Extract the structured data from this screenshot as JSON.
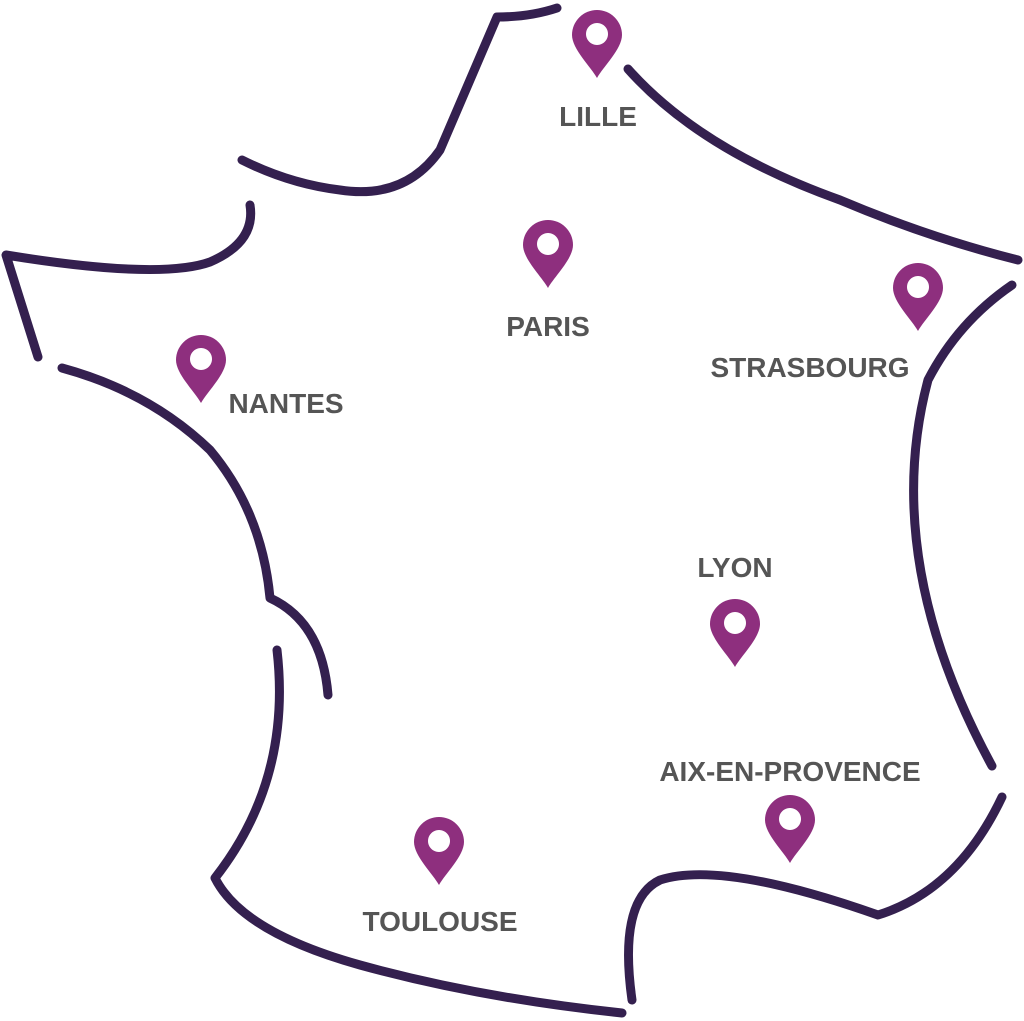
{
  "colors": {
    "coastline": "#34204f",
    "pin": "#8e2f7e",
    "label": "#555555"
  },
  "cities": [
    {
      "name": "LILLE",
      "icon": "map-pin-icon"
    },
    {
      "name": "PARIS",
      "icon": "map-pin-icon"
    },
    {
      "name": "STRASBOURG",
      "icon": "map-pin-icon"
    },
    {
      "name": "NANTES",
      "icon": "map-pin-icon"
    },
    {
      "name": "LYON",
      "icon": "map-pin-icon"
    },
    {
      "name": "AIX-EN-PROVENCE",
      "icon": "map-pin-icon"
    },
    {
      "name": "TOULOUSE",
      "icon": "map-pin-icon"
    }
  ]
}
